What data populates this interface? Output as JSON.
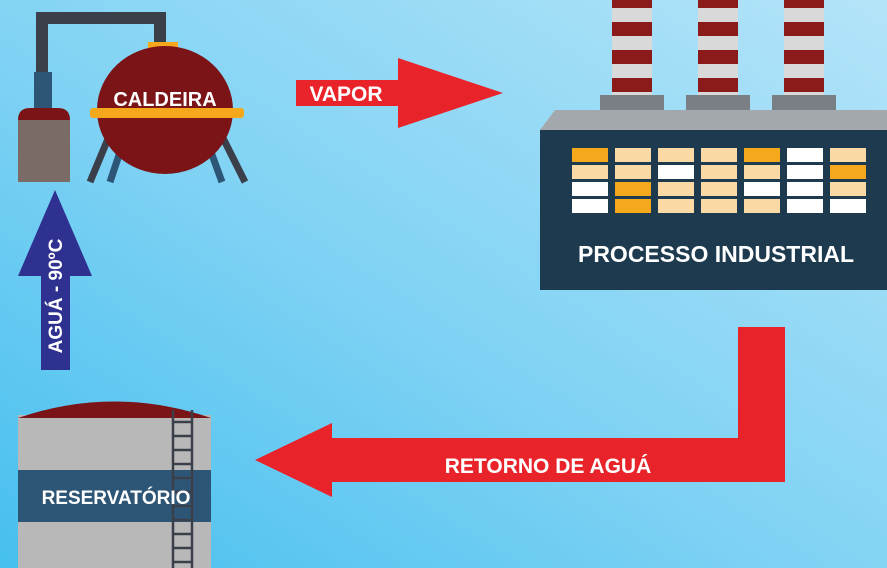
{
  "labels": {
    "boiler": "CALDEIRA",
    "steam": "VAPOR",
    "process": "PROCESSO INDUSTRIAL",
    "water_in": "AGUÁ - 90ºC",
    "water_return": "RETORNO DE AGUÁ",
    "reservoir": "RESERVATÓRIO"
  },
  "colors": {
    "background_top": "#a9e0f7",
    "background_bottom": "#4fc4f0",
    "red_arrow": "#e8232a",
    "blue_arrow": "#2e3190",
    "boiler_body": "#7a1416",
    "boiler_band": "#f6a81c",
    "pipe": "#3a3f4a",
    "factory_body": "#1d3a4f",
    "factory_roof": "#a3a8ad",
    "chimney_red": "#8b1a1a",
    "chimney_light": "#d9d9d9",
    "reservoir_body": "#b8b8b8",
    "reservoir_band": "#2d5676",
    "window_yellow": "#f6a81c",
    "window_cream": "#fbd9a4",
    "window_white": "#ffffff"
  },
  "icons": {
    "boiler": "boiler-tank-icon",
    "factory": "factory-icon",
    "reservoir": "water-tank-icon"
  }
}
